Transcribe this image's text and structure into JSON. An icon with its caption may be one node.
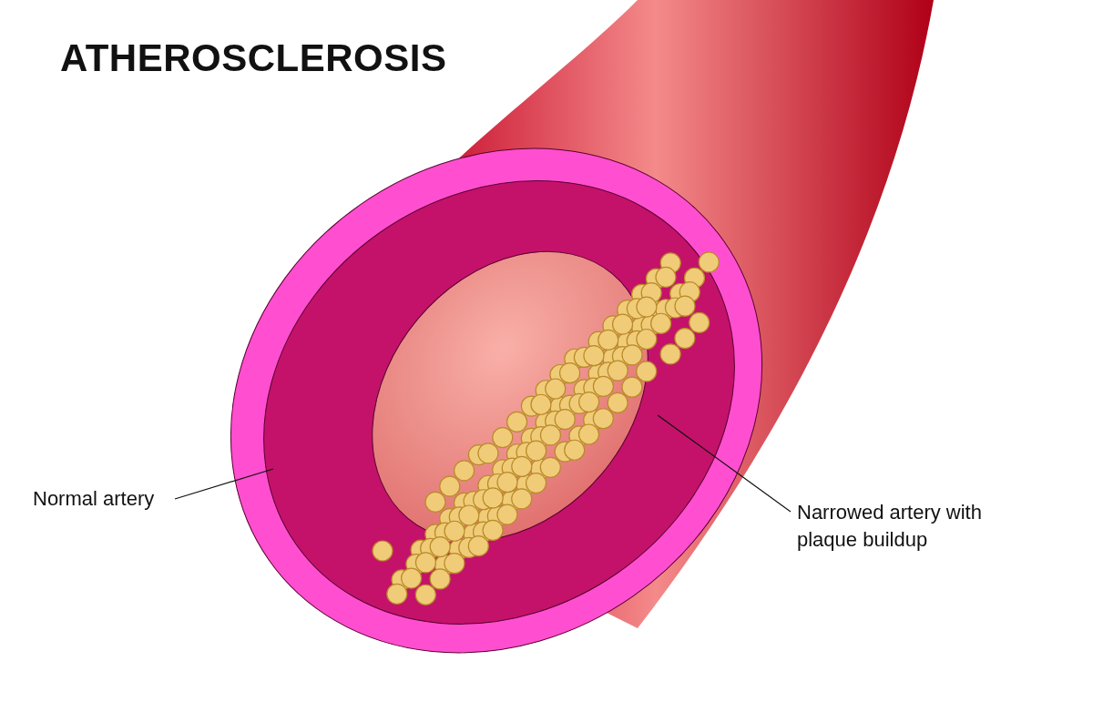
{
  "diagram": {
    "title": "ATHEROSCLEROSIS",
    "nodes": [
      {
        "text": [
          "Normal artery"
        ]
      },
      {
        "text": [],
        "shape": "picture"
      },
      {
        "text": [
          "Narrowed artery with plaque buildup"
        ]
      },
      {
        "text": [],
        "shape": "picture",
        "in": 1
      }
    ],
    "edges": [
      {
        "from": 0,
        "to": 1,
        "arrow": "none"
      },
      {
        "from": 2,
        "to": 3,
        "arrow": "none"
      }
    ]
  }
}
